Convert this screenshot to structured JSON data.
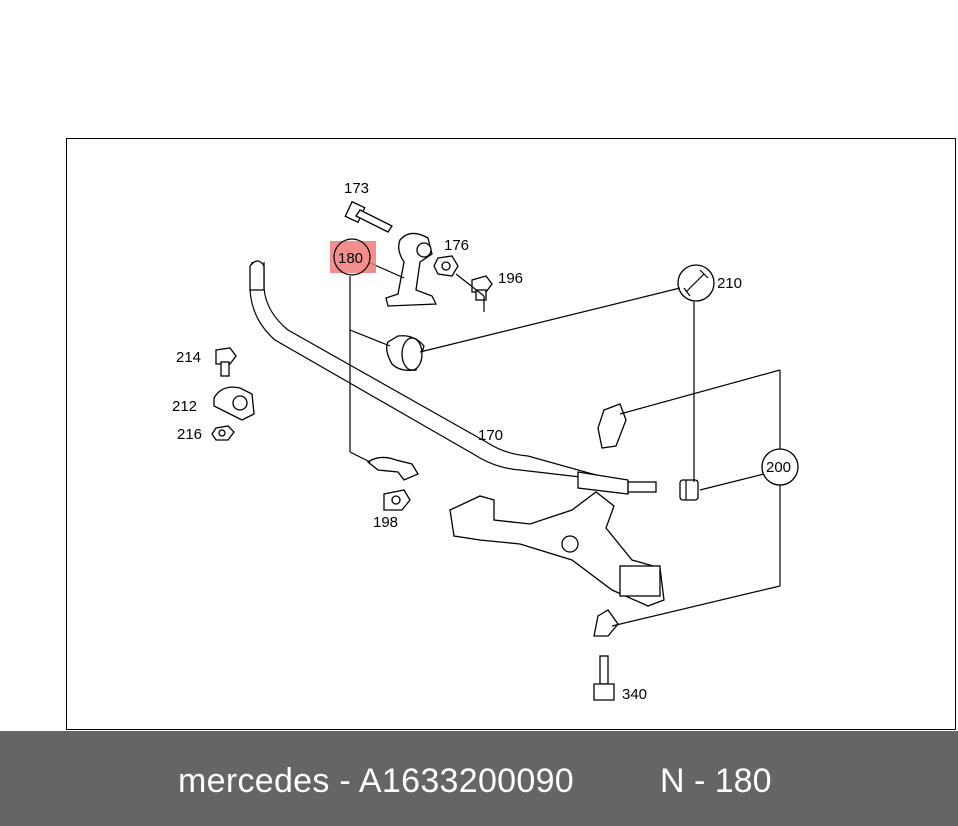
{
  "diagram": {
    "callouts": {
      "c173": "173",
      "c176": "176",
      "c196": "196",
      "c180": "180",
      "c210": "210",
      "c214": "214",
      "c212": "212",
      "c216": "216",
      "c170": "170",
      "c200": "200",
      "c198": "198",
      "c340": "340"
    },
    "highlighted_part": "180",
    "highlight_color": "#f07a7a",
    "tool_icon": "wrench-icon"
  },
  "footer": {
    "brand_part": "mercedes - A1633200090",
    "ref": "N - 180",
    "background": "#656565"
  }
}
